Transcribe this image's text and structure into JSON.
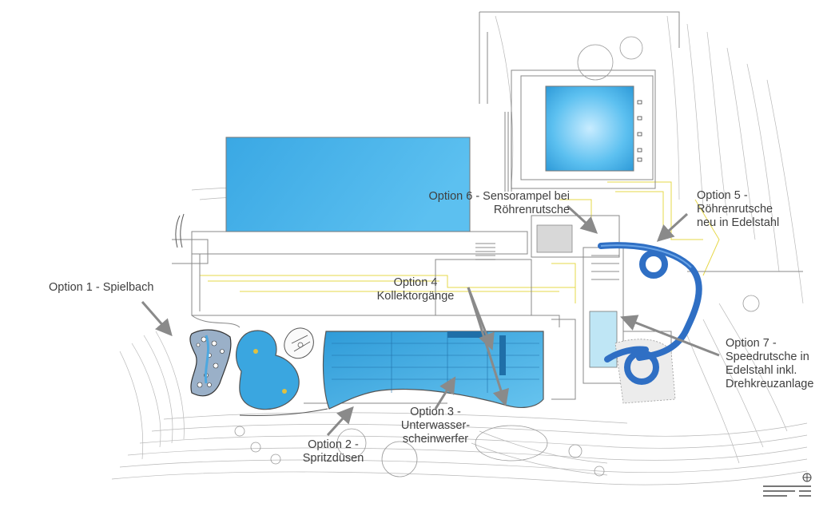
{
  "labels": {
    "option1": "Option 1 - Spielbach",
    "option2": "Option 2 -\nSpritzdüsen",
    "option3": "Option 3 -\nUnterwasser-\nscheinwerfer",
    "option4": "Option 4\nKollektorgänge",
    "option5": "Option 5 -\nRöhrenrutsche\nneu in Edelstahl",
    "option6": "Option 6 - Sensorampel bei\nRöhrenrutsche",
    "option7": "Option 7 -\nSpeedrutsche in\nEdelstahl inkl.\nDrehkreuzanlage"
  },
  "colors": {
    "water": "#3aa6e0",
    "water_light": "#8fd0f0",
    "slide": "#2f6fc4",
    "line": "#9a9a9a",
    "yellow_lines": "#e6d84a",
    "arrow": "#8a8a8a",
    "text": "#3f3f3f"
  },
  "icons": {
    "north": "north-arrow-icon"
  }
}
